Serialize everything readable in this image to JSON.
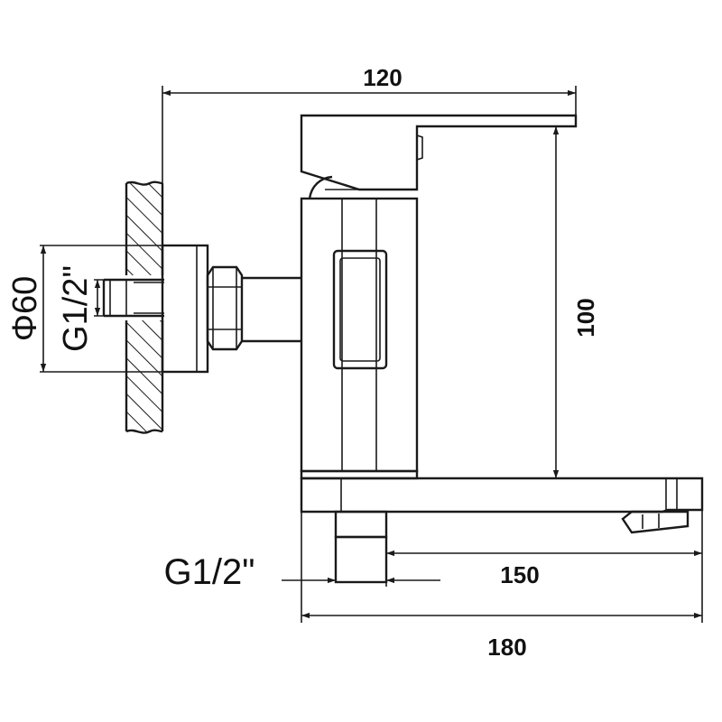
{
  "dimensions": {
    "top_width": "120",
    "height": "100",
    "spout_reach": "150",
    "overall_length": "180"
  },
  "callouts": {
    "flange_diameter": "Φ60",
    "wall_thread": "G1/2\"",
    "outlet_thread": "G1/2\""
  }
}
